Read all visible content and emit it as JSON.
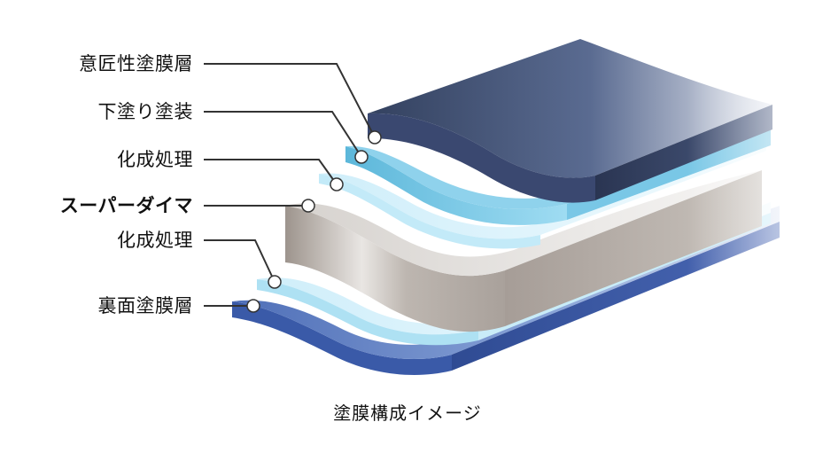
{
  "diagram": {
    "labels": [
      {
        "text": "意匠性塗膜層",
        "bold": false
      },
      {
        "text": "下塗り塗装",
        "bold": false
      },
      {
        "text": "化成処理",
        "bold": false
      },
      {
        "text": "スーパーダイマ",
        "bold": true
      },
      {
        "text": "化成処理",
        "bold": false
      },
      {
        "text": "裏面塗膜層",
        "bold": false
      }
    ],
    "caption": "塗膜構成イメージ",
    "colors": {
      "top_coat": "#3e4d6e",
      "primer": "#5fb8dc",
      "chemical_top": "#d6f0fa",
      "substrate": "#b9b3ad",
      "chemical_bottom": "#e2f4fb",
      "back_coat": "#5e7ec2",
      "leader": "#333333",
      "marker_fill": "#ffffff"
    }
  }
}
